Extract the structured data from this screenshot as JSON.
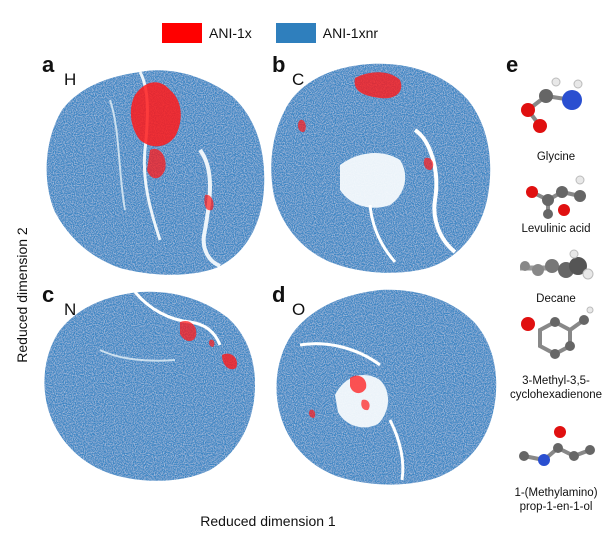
{
  "legend": {
    "items": [
      {
        "label": "ANI-1x",
        "color": "#ff0000"
      },
      {
        "label": "ANI-1xnr",
        "color": "#2f7fbd"
      }
    ]
  },
  "axes": {
    "xlabel": "Reduced dimension 1",
    "ylabel": "Reduced dimension 2"
  },
  "panels": [
    {
      "letter": "a",
      "element": "H"
    },
    {
      "letter": "b",
      "element": "C"
    },
    {
      "letter": "c",
      "element": "N"
    },
    {
      "letter": "d",
      "element": "O"
    },
    {
      "letter": "e",
      "element": ""
    }
  ],
  "molecules": [
    {
      "name": "Glycine"
    },
    {
      "name": "Levulinic acid"
    },
    {
      "name": "Decane"
    },
    {
      "name": "3-Methyl-3,5-\ncyclohexadienone"
    },
    {
      "name": "1-(Methylamino)\nprop-1-en-1-ol"
    }
  ],
  "colors": {
    "ani1x": "#ff0000",
    "ani1xnr": "#2f7fbd",
    "carbon": "#555555",
    "oxygen": "#e01010",
    "nitrogen": "#2a4fd0",
    "hydrogen": "#dddddd"
  }
}
